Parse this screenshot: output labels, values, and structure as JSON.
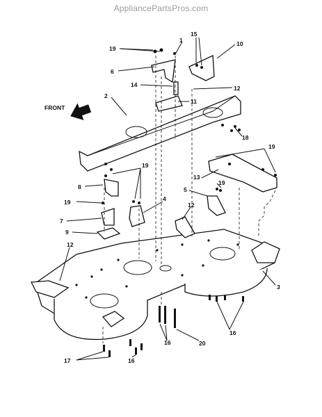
{
  "watermark": "AppliancePartsPros.com",
  "front_label": "FRONT",
  "callouts": {
    "c1": "1",
    "c2": "2",
    "c3": "3",
    "c4": "4",
    "c5": "5",
    "c6": "6",
    "c7": "7",
    "c8": "8",
    "c9": "9",
    "c10": "10",
    "c11": "11",
    "c12a": "12",
    "c12b": "12",
    "c12c": "12",
    "c13": "13",
    "c14": "14",
    "c15": "15",
    "c16a": "16",
    "c16b": "16",
    "c16c": "16",
    "c17": "17",
    "c18": "18",
    "c19a": "19",
    "c19b": "19",
    "c19c": "19",
    "c19d": "19",
    "c19e": "19",
    "c20": "20"
  }
}
